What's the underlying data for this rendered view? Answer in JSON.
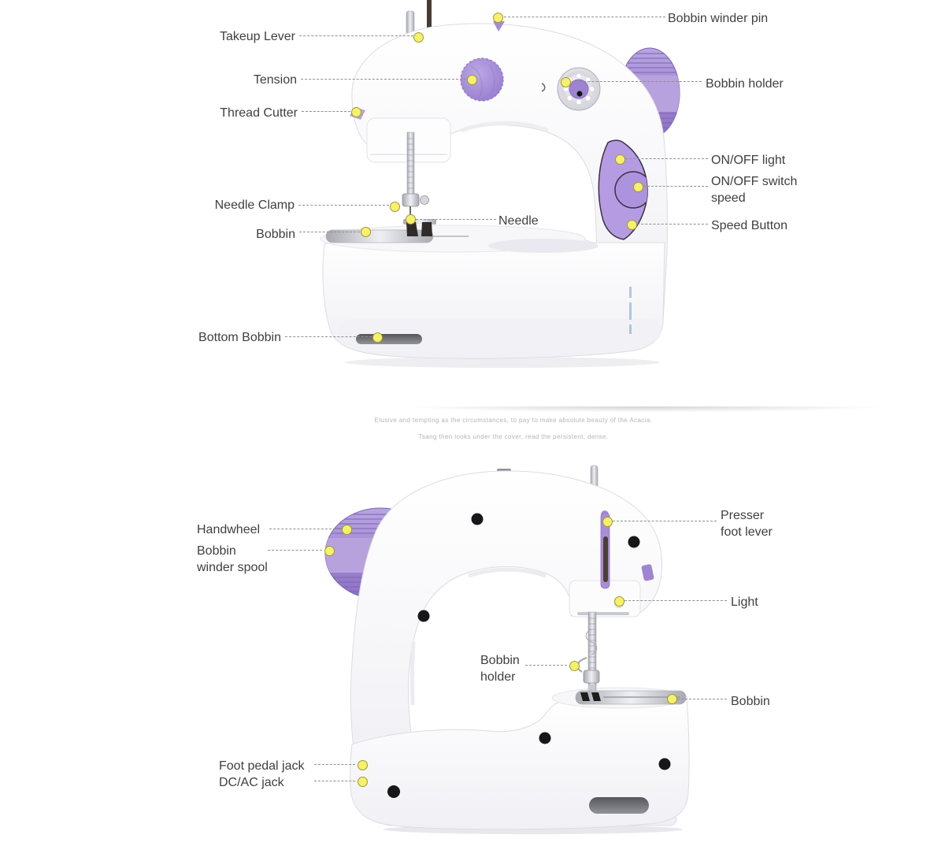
{
  "product": "Mini sewing machine parts diagram",
  "front": {
    "labels": [
      {
        "id": "takeup-lever",
        "line1": "Takeup Lever"
      },
      {
        "id": "tension",
        "line1": "Tension"
      },
      {
        "id": "thread-cutter",
        "line1": "Thread Cutter"
      },
      {
        "id": "needle-clamp",
        "line1": "Needle Clamp"
      },
      {
        "id": "bobbin",
        "line1": "Bobbin"
      },
      {
        "id": "needle",
        "line1": "Needle"
      },
      {
        "id": "bottom-bobbin",
        "line1": "Bottom Bobbin"
      },
      {
        "id": "bobbin-winder-pin",
        "line1": "Bobbin winder pin"
      },
      {
        "id": "bobbin-holder",
        "line1": "Bobbin holder"
      },
      {
        "id": "on-off-light",
        "line1": "ON/OFF light"
      },
      {
        "id": "on-off-switch-speed",
        "line1": "ON/OFF switch",
        "line2": "speed"
      },
      {
        "id": "speed-button",
        "line1": "Speed Button"
      }
    ]
  },
  "back": {
    "labels": [
      {
        "id": "handwheel",
        "line1": "Handwheel"
      },
      {
        "id": "bobbin-winder-spool",
        "line1": "Bobbin",
        "line2": "winder spool"
      },
      {
        "id": "presser-foot-lever",
        "line1": "Presser",
        "line2": "foot lever"
      },
      {
        "id": "light",
        "line1": "Light"
      },
      {
        "id": "bobbin-holder",
        "line1": "Bobbin",
        "line2": "holder"
      },
      {
        "id": "bobbin",
        "line1": "Bobbin"
      },
      {
        "id": "foot-pedal-jack",
        "line1": "Foot pedal jack"
      },
      {
        "id": "dc-ac-jack",
        "line1": "DC/AC jack"
      }
    ]
  },
  "caption": {
    "line1": "Elusive and tempting as the circumstances, to pay to make absolute beauty of the Acacia.",
    "line2": "Tsang then looks under the cover, read the persistent, dense."
  },
  "colors": {
    "marker_fill": "#f6f06c",
    "marker_border": "#9d9a33",
    "accent_purple": "#9d84cf",
    "label_text": "#3f3f3f",
    "leader_line": "#8f8f8f"
  }
}
